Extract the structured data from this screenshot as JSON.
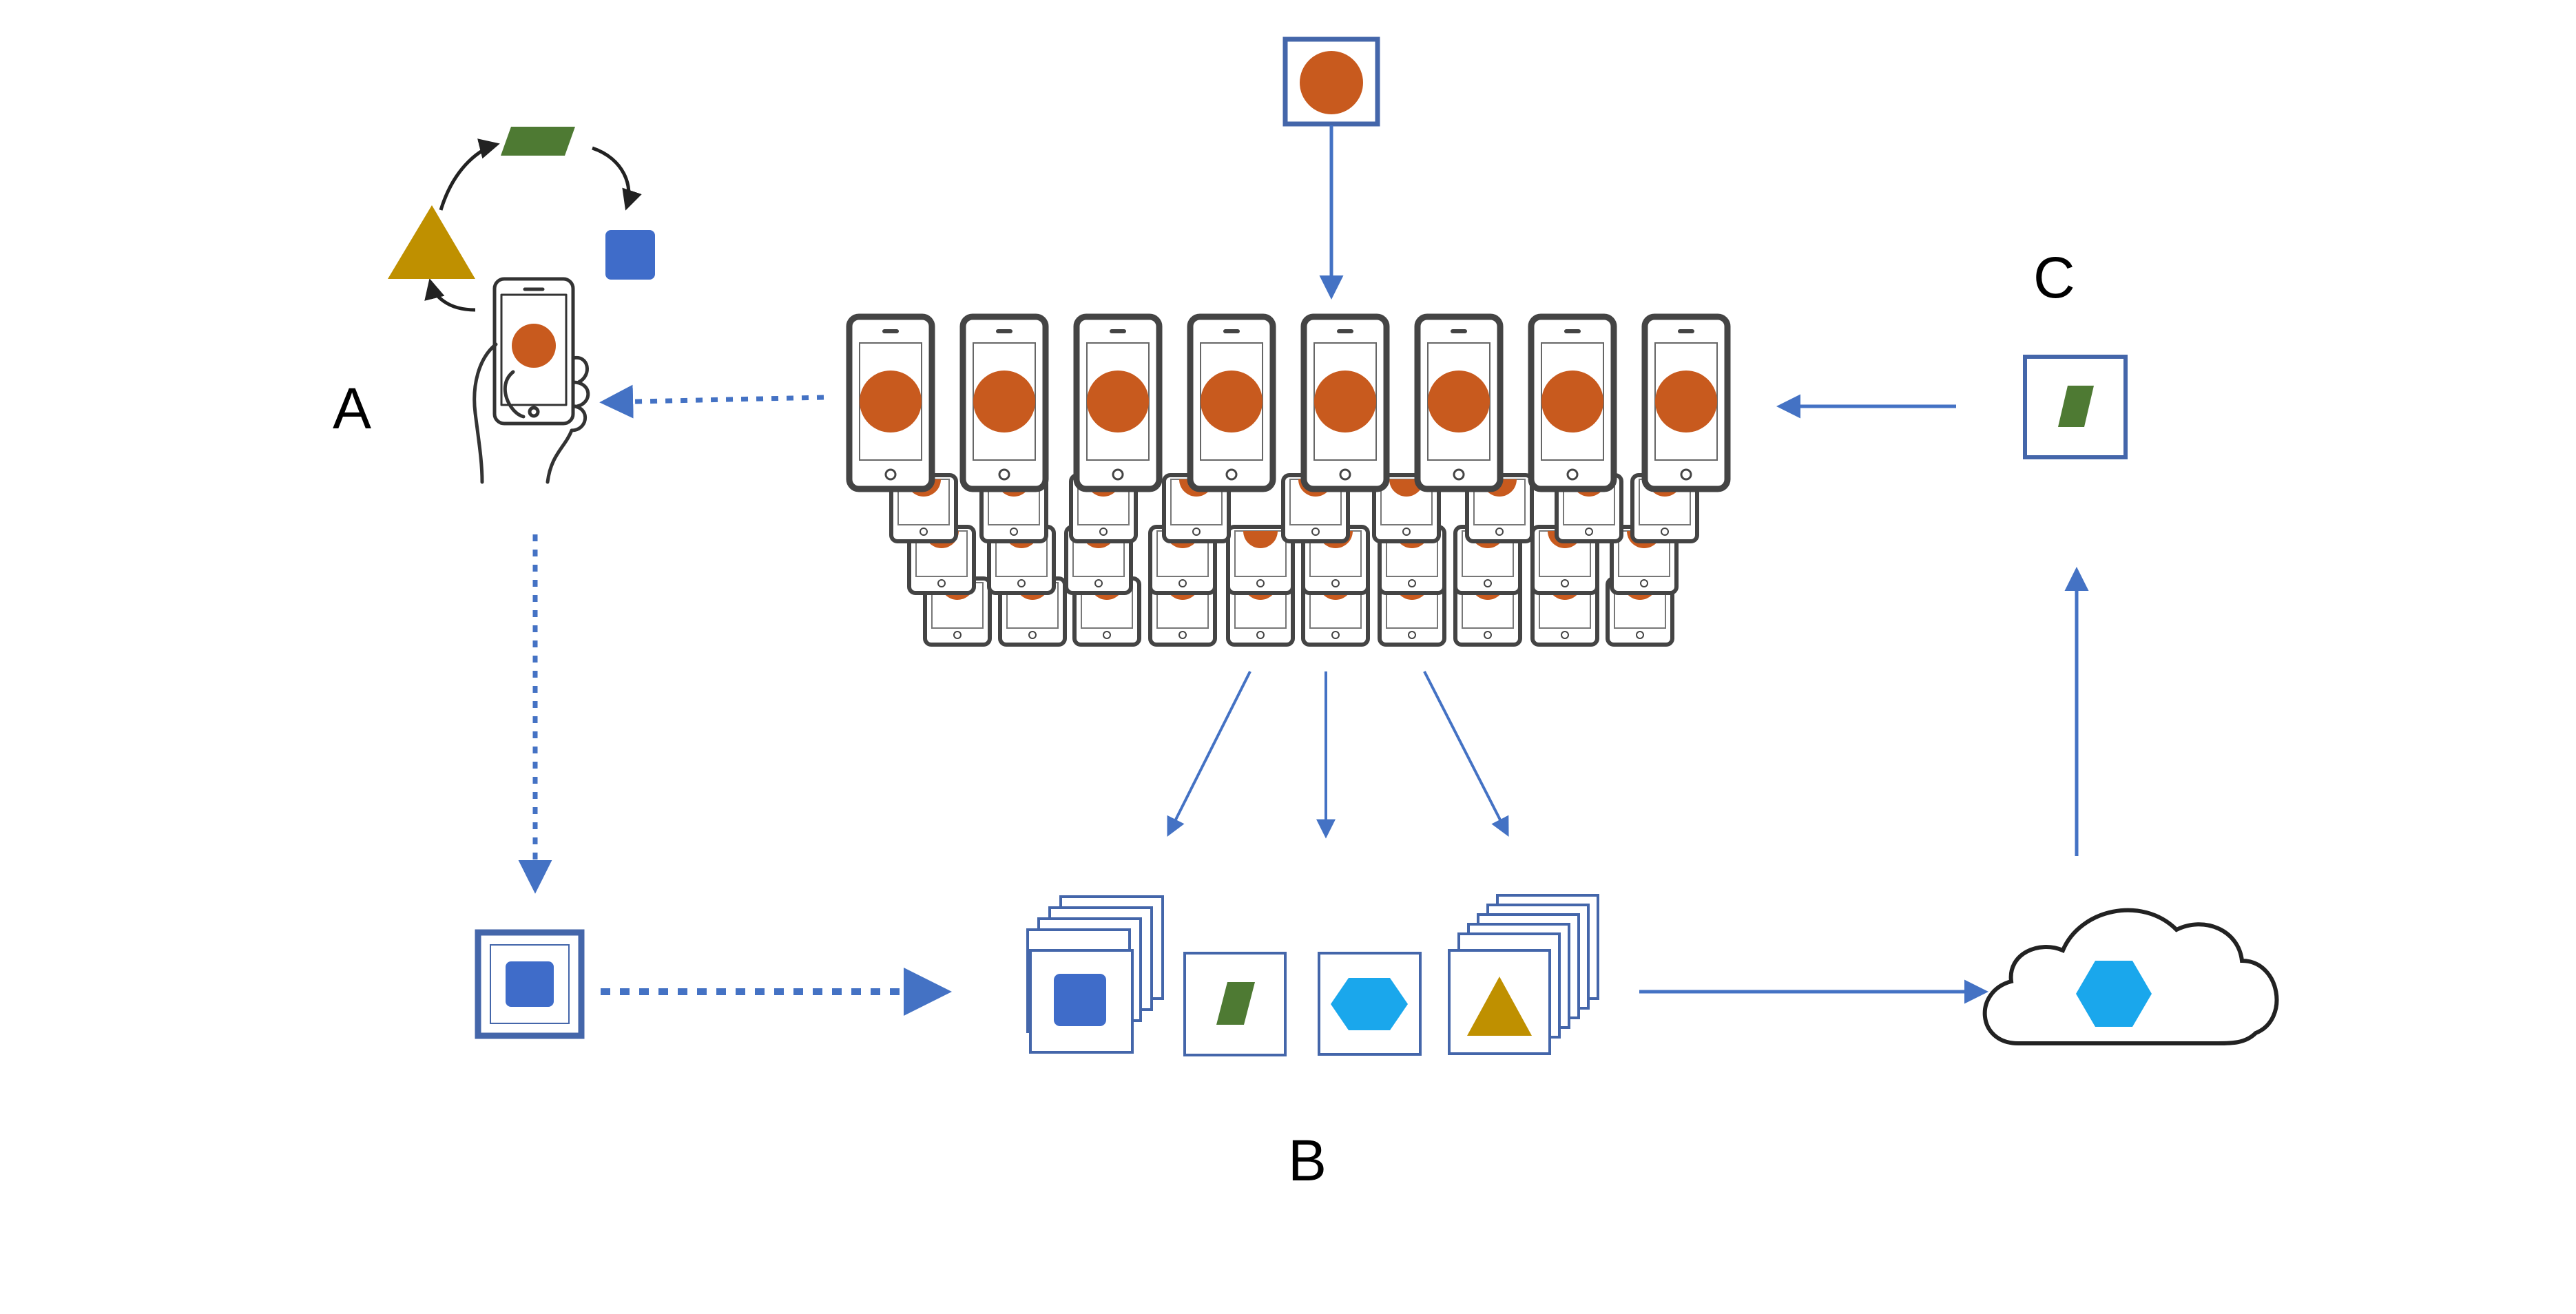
{
  "labels": {
    "a": "A",
    "b": "B",
    "c": "C"
  },
  "colors": {
    "orange": "#C85A1E",
    "green": "#4E7A33",
    "blue_square": "#3F6CC9",
    "cyan": "#1AA7EC",
    "gold": "#BF9000",
    "frame": "#4466AA",
    "arrow": "#4472C4",
    "phone": "#444444"
  },
  "icons": {
    "top_input": "orange-circle-icon",
    "user_phone": "hand-holding-phone-icon",
    "cycle": [
      "gold-triangle-icon",
      "green-parallelogram-icon",
      "blue-square-icon"
    ],
    "phone_grid": "smartphone-fleet-icon",
    "left_card": "blue-square-card-icon",
    "dataset": [
      "blue-square-stack-icon",
      "green-parallelogram-card-icon",
      "cyan-hexagon-card-icon",
      "gold-triangle-stack-icon"
    ],
    "cloud": "cloud-hexagon-icon",
    "right_card": "green-parallelogram-card-icon"
  }
}
